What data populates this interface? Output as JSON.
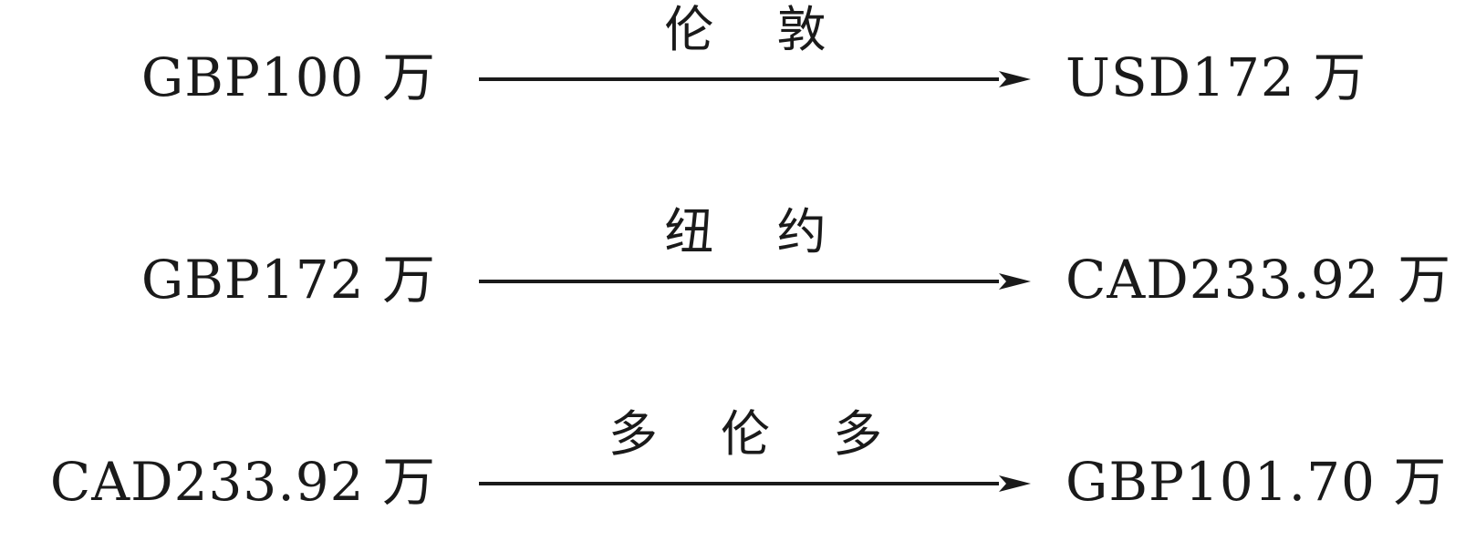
{
  "conversions": [
    {
      "from": "GBP100 万",
      "city": "伦 敦",
      "to": "USD172 万"
    },
    {
      "from": "GBP172 万",
      "city": "纽 约",
      "to": "CAD233.92 万"
    },
    {
      "from": "CAD233.92 万",
      "city": "多 伦 多",
      "to": "GBP101.70 万"
    }
  ],
  "colors": {
    "ink": "#1a1a1a",
    "background": "#ffffff"
  },
  "icons": {
    "arrow": "arrow-right-icon"
  }
}
